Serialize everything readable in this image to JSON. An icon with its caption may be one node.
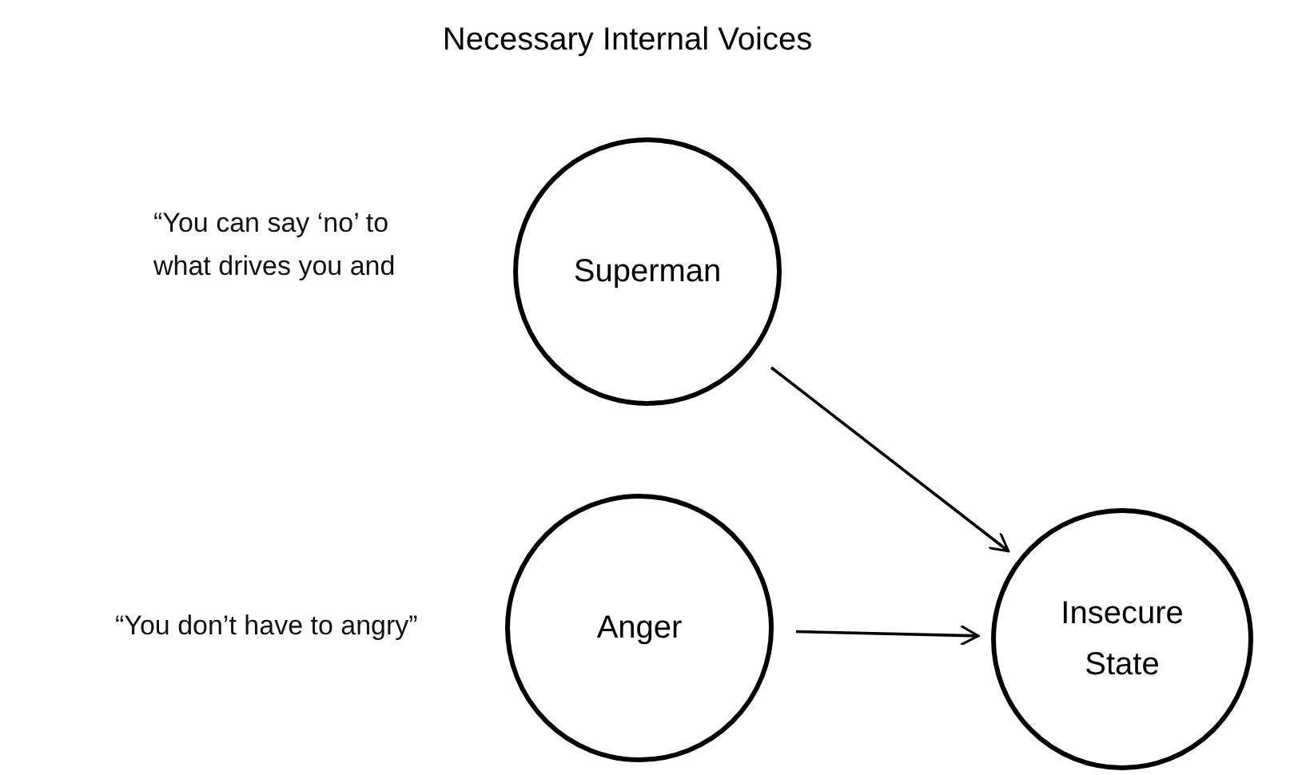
{
  "diagram": {
    "title": "Necessary Internal Voices",
    "nodes": [
      {
        "text": [
          "Superman"
        ]
      },
      {
        "text": [
          "Anger"
        ]
      },
      {
        "text": [
          "Insecure State"
        ]
      }
    ],
    "edges": [
      {
        "from": 0,
        "to": 2,
        "arrow": "to"
      },
      {
        "from": 1,
        "to": 2,
        "arrow": "to"
      }
    ],
    "labels": [
      "“You can say ‘no’ to what drives you and",
      "“You don’t have to angry”"
    ]
  }
}
